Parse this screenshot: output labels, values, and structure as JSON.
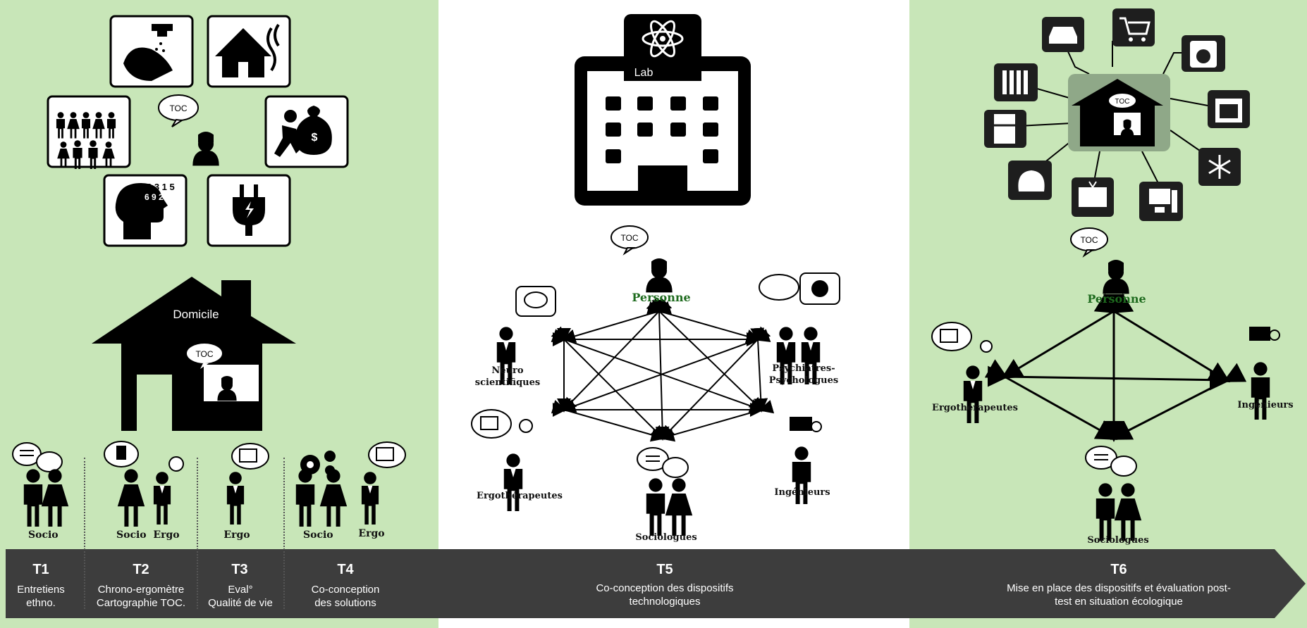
{
  "home_label": "Domicile",
  "lab_label": "Lab",
  "speech_label": "TOC",
  "person_label": "Personne",
  "phase1": {
    "socio_a": "Socio",
    "socio_b": "Socio",
    "ergo_b": "Ergo",
    "ergo_c": "Ergo",
    "socio_d": "Socio",
    "ergo_d": "Ergo"
  },
  "phase2": {
    "neuro": "Neuro\nscientifiques",
    "psy": "Psychiatres-\nPsychologues",
    "ergo": "Ergothérapeutes",
    "ing": "Ingénieurs",
    "socio": "Sociologues"
  },
  "phase3": {
    "ergo": "Ergothérapeutes",
    "ing": "Ingénieurs",
    "socio": "Sociologues"
  },
  "timeline": [
    {
      "code": "T1",
      "desc": "Entretiens\nethno."
    },
    {
      "code": "T2",
      "desc": "Chrono-ergomètre\nCartographie TOC."
    },
    {
      "code": "T3",
      "desc": "Eval°\nQualité de vie"
    },
    {
      "code": "T4",
      "desc": "Co-conception\ndes solutions"
    },
    {
      "code": "T5",
      "desc": "Co-conception des dispositifs\ntechnologiques"
    },
    {
      "code": "T6",
      "desc": "Mise en place des dispositifs et évaluation post-\ntest en situation écologique"
    }
  ],
  "icons": {
    "left_panel": [
      "hand-washing-icon",
      "burning-house-icon",
      "crowd-icon",
      "thief-money-icon",
      "numbers-head-icon",
      "plug-icon"
    ],
    "right_panel": [
      "car-icon",
      "cart-icon",
      "washing-machine-icon",
      "radiator-icon",
      "oven-icon",
      "fridge-icon",
      "snowflake-icon",
      "kettle-icon",
      "tv-icon",
      "computer-icon"
    ]
  },
  "colors": {
    "panel_green": "#c8e6b8",
    "timeline_dark": "#3d3d3d",
    "person_label_green": "#1e6b1e"
  }
}
